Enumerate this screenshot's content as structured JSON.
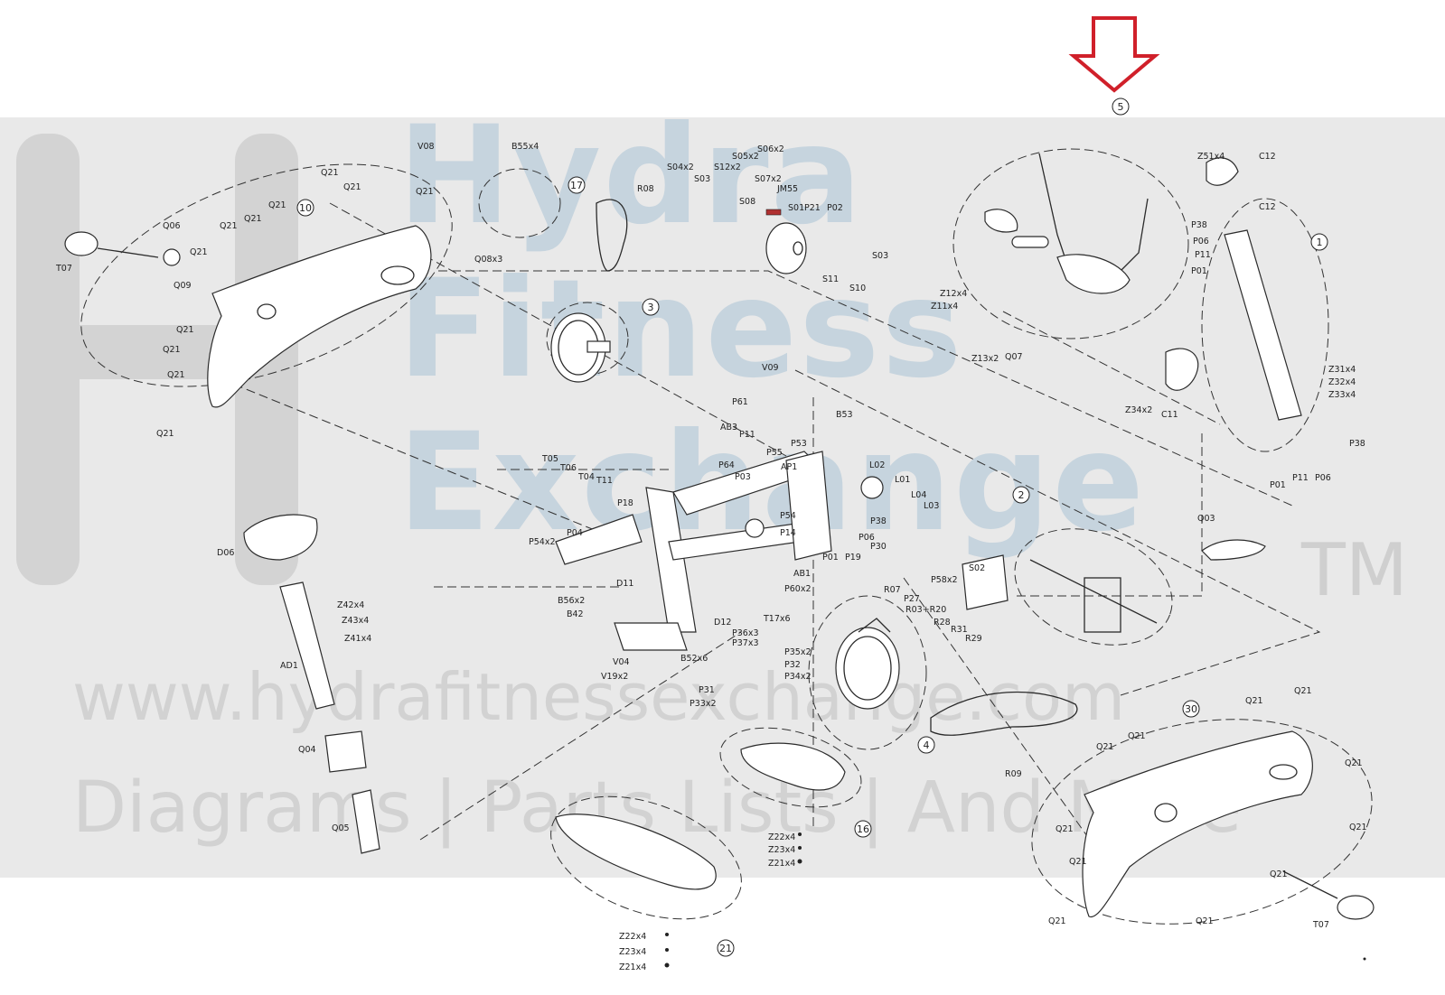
{
  "watermark": {
    "line1": "Hydra",
    "line2": "Fitness",
    "line3": "Exchange",
    "tm": "TM",
    "url": "www.hydrafitnessexchange.com",
    "tagline": "Diagrams | Parts Lists | And More"
  },
  "callouts": [
    "1",
    "2",
    "3",
    "4",
    "5",
    "10",
    "16",
    "17",
    "21",
    "30"
  ],
  "labels": {
    "t07a": "T07",
    "q06": "Q06",
    "q21a": "Q21",
    "q21b": "Q21",
    "q21c": "Q21",
    "q21d": "Q21",
    "q21e": "Q21",
    "q21f": "Q21",
    "q09": "Q09",
    "q21g": "Q21",
    "q21h": "Q21",
    "q21i": "Q21",
    "q21j": "Q21",
    "v08": "V08",
    "q21k": "Q21",
    "q08x3": "Q08x3",
    "b55x4": "B55x4",
    "r08": "R08",
    "s04x2": "S04x2",
    "s03a": "S03",
    "s12x2": "S12x2",
    "s05x2": "S05x2",
    "s06x2": "S06x2",
    "s07x2": "S07x2",
    "s08": "S08",
    "jm55": "JM55",
    "s01": "S01",
    "p21a": "P21",
    "p02": "P02",
    "s11": "S11",
    "s03b": "S03",
    "s10": "S10",
    "z12x4": "Z12x4",
    "z11x4": "Z11x4",
    "z13x2": "Z13x2",
    "q07": "Q07",
    "z51x4": "Z51x4",
    "c12a": "C12",
    "c12b": "C12",
    "p38a": "P38",
    "p06a": "P06",
    "p11a": "P11",
    "p01a": "P01",
    "z31x4": "Z31x4",
    "z32x4": "Z32x4",
    "z33x4": "Z33x4",
    "z34x2": "Z34x2",
    "c11": "C11",
    "p38b": "P38",
    "p01b": "P01",
    "p11b": "P11",
    "p06b": "P06",
    "q03": "Q03",
    "v09": "V09",
    "p61": "P61",
    "ab3": "AB3",
    "p11c": "P11",
    "b53": "B53",
    "p64": "P64",
    "p55": "P55",
    "p53": "P53",
    "p03": "P03",
    "ap1": "AP1",
    "l02": "L02",
    "l01": "L01",
    "l04": "L04",
    "l03": "L03",
    "t05": "T05",
    "t06": "T06",
    "t04": "T04",
    "t11": "T11",
    "p18": "P18",
    "p54": "P54",
    "p14": "P14",
    "p38c": "P38",
    "p06c": "P06",
    "p01c": "P01",
    "p19": "P19",
    "p30": "P30",
    "p54x2": "P54x2",
    "p04": "P04",
    "d11": "D11",
    "ab1": "AB1",
    "p60x2": "P60x2",
    "t17x6": "T17x6",
    "b56x2": "B56x2",
    "b42": "B42",
    "d12": "D12",
    "p36x3": "P36x3",
    "p37x3": "P37x3",
    "b52x6": "B52x6",
    "p35x2": "P35x2",
    "p32": "P32",
    "p34x2": "P34x2",
    "v04": "V04",
    "v19x2": "V19x2",
    "p31": "P31",
    "p33x2": "P33x2",
    "s02": "S02",
    "p58x2": "P58x2",
    "r07": "R07",
    "p27": "P27",
    "r03r20": "R03+R20",
    "r28": "R28",
    "r31": "R31",
    "r29": "R29",
    "d06": "D06",
    "z42x4": "Z42x4",
    "z43x4": "Z43x4",
    "z41x4": "Z41x4",
    "ad1": "AD1",
    "q04": "Q04",
    "q05": "Q05",
    "r09": "R09",
    "z22x4a": "Z22x4",
    "z23x4a": "Z23x4",
    "z21x4a": "Z21x4",
    "z22x4b": "Z22x4",
    "z23x4b": "Z23x4",
    "z21x4b": "Z21x4",
    "q21l": "Q21",
    "q21m": "Q21",
    "q21n": "Q21",
    "q21o": "Q21",
    "q21p": "Q21",
    "q21q": "Q21",
    "q21r": "Q21",
    "q21s": "Q21",
    "q21t": "Q21",
    "q21u": "Q21",
    "t07b": "T07"
  },
  "colors": {
    "arrow": "#d0202a",
    "band": "#e9e9e9",
    "watermark_blue": "#c6d4de"
  }
}
